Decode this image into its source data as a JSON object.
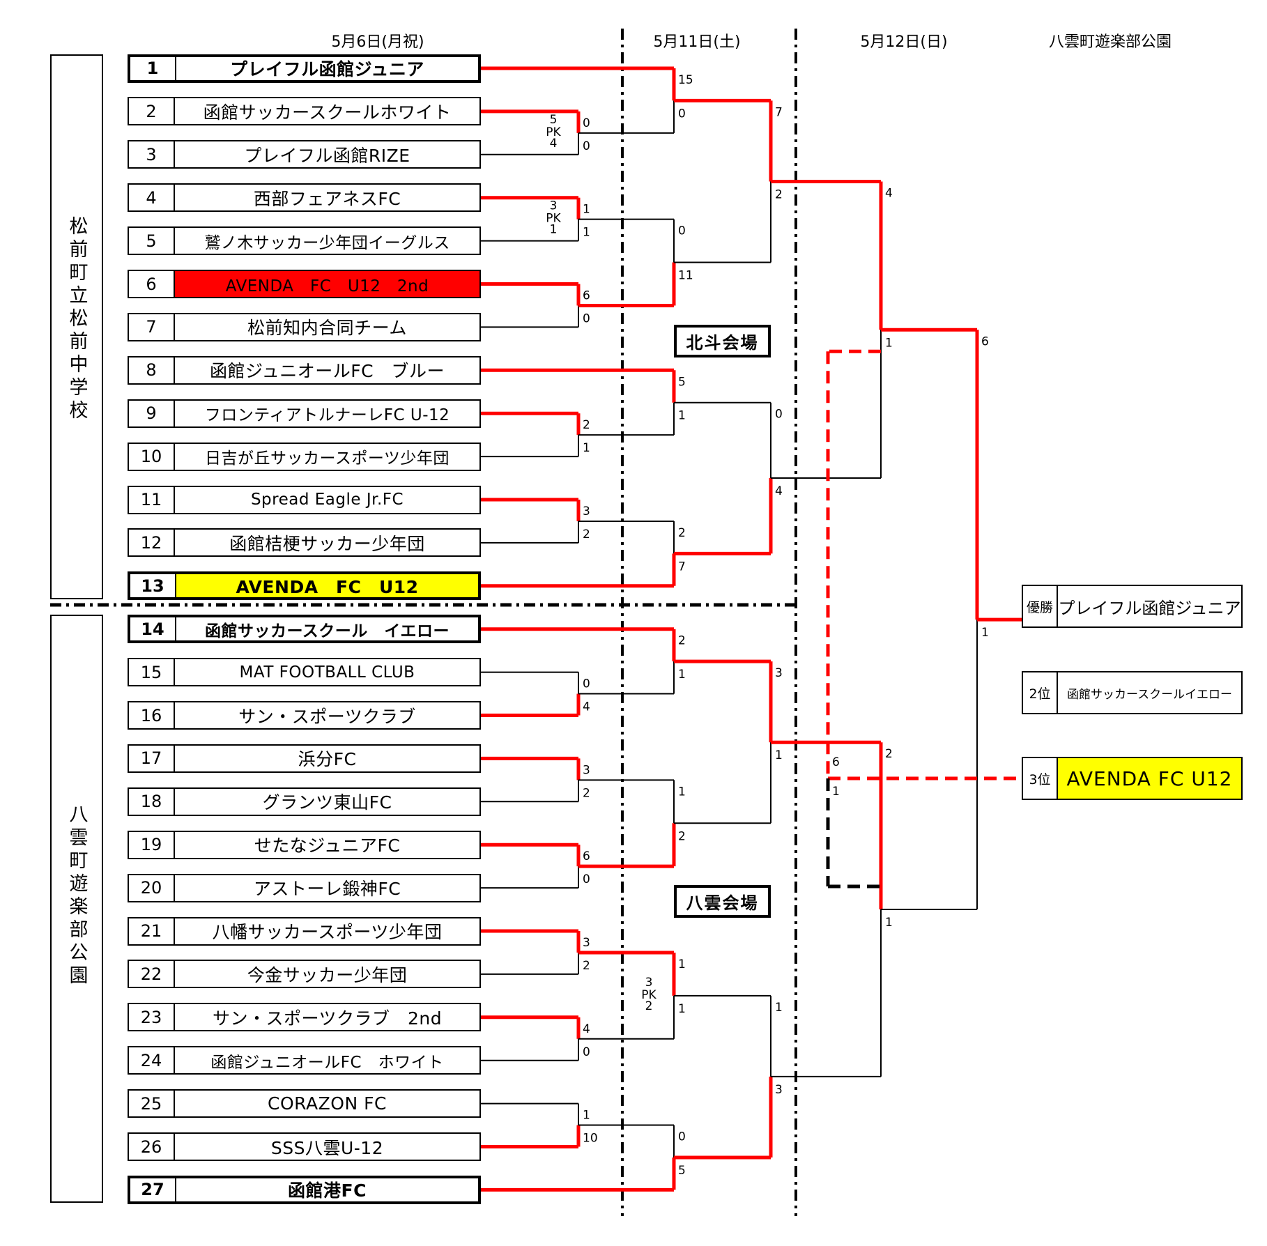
{
  "headers": {
    "round1_date": "5月6日(月祝)",
    "round2_date": "5月11日(土)",
    "round3_date": "5月12日(日)",
    "final_venue": "八雲町遊楽部公園"
  },
  "venues_side": [
    {
      "label": "松前町立松前中学校"
    },
    {
      "label": "八雲町遊楽部公園"
    }
  ],
  "venue_tags": [
    {
      "label": "北斗会場"
    },
    {
      "label": "八雲会場"
    }
  ],
  "colors": {
    "win_line": "#ff0000",
    "loss_line": "#000000",
    "highlight_red": "#ff0000",
    "highlight_yellow": "#ffff00"
  },
  "teams": [
    {
      "no": "1",
      "name": "プレイフル函館ジュニア",
      "seed": true,
      "fill": ""
    },
    {
      "no": "2",
      "name": "函館サッカースクールホワイト",
      "seed": false,
      "fill": ""
    },
    {
      "no": "3",
      "name": "プレイフル函館RIZE",
      "seed": false,
      "fill": ""
    },
    {
      "no": "4",
      "name": "西部フェアネスFC",
      "seed": false,
      "fill": ""
    },
    {
      "no": "5",
      "name": "鷲ノ木サッカー少年団イーグルス",
      "seed": false,
      "fill": ""
    },
    {
      "no": "6",
      "name": "AVENDA　FC　U12　2nd",
      "seed": false,
      "fill": "red"
    },
    {
      "no": "7",
      "name": "松前知内合同チーム",
      "seed": false,
      "fill": ""
    },
    {
      "no": "8",
      "name": "函館ジュニオールFC　ブルー",
      "seed": false,
      "fill": ""
    },
    {
      "no": "9",
      "name": "フロンティアトルナーレFC U-12",
      "seed": false,
      "fill": ""
    },
    {
      "no": "10",
      "name": "日吉が丘サッカースポーツ少年団",
      "seed": false,
      "fill": ""
    },
    {
      "no": "11",
      "name": "Spread Eagle Jr.FC",
      "seed": false,
      "fill": ""
    },
    {
      "no": "12",
      "name": "函館桔梗サッカー少年団",
      "seed": false,
      "fill": ""
    },
    {
      "no": "13",
      "name": "AVENDA　FC　U12",
      "seed": true,
      "fill": "yellow"
    },
    {
      "no": "14",
      "name": "函館サッカースクール　イエロー",
      "seed": true,
      "fill": ""
    },
    {
      "no": "15",
      "name": "MAT FOOTBALL CLUB",
      "seed": false,
      "fill": ""
    },
    {
      "no": "16",
      "name": "サン・スポーツクラブ",
      "seed": false,
      "fill": ""
    },
    {
      "no": "17",
      "name": "浜分FC",
      "seed": false,
      "fill": ""
    },
    {
      "no": "18",
      "name": "グランツ東山FC",
      "seed": false,
      "fill": ""
    },
    {
      "no": "19",
      "name": "せたなジュニアFC",
      "seed": false,
      "fill": ""
    },
    {
      "no": "20",
      "name": "アストーレ鍛神FC",
      "seed": false,
      "fill": ""
    },
    {
      "no": "21",
      "name": "八幡サッカースポーツ少年団",
      "seed": false,
      "fill": ""
    },
    {
      "no": "22",
      "name": "今金サッカー少年団",
      "seed": false,
      "fill": ""
    },
    {
      "no": "23",
      "name": "サン・スポーツクラブ　2nd",
      "seed": false,
      "fill": ""
    },
    {
      "no": "24",
      "name": "函館ジュニオールFC　ホワイト",
      "seed": false,
      "fill": ""
    },
    {
      "no": "25",
      "name": "CORAZON FC",
      "seed": false,
      "fill": ""
    },
    {
      "no": "26",
      "name": "SSS八雲U-12",
      "seed": false,
      "fill": ""
    },
    {
      "no": "27",
      "name": "函館港FC",
      "seed": true,
      "fill": ""
    }
  ],
  "matches": [
    {
      "id": "r1a",
      "round": 1,
      "top": "t2",
      "bottom": "t3",
      "score_top": "0",
      "score_bottom": "0",
      "pk_top": "5",
      "pk_bottom": "4",
      "pk_label": "PK",
      "winner": "top"
    },
    {
      "id": "r1b",
      "round": 1,
      "top": "t4",
      "bottom": "t5",
      "score_top": "1",
      "score_bottom": "1",
      "pk_top": "3",
      "pk_bottom": "1",
      "pk_label": "PK",
      "winner": "top"
    },
    {
      "id": "r1c",
      "round": 1,
      "top": "t6",
      "bottom": "t7",
      "score_top": "6",
      "score_bottom": "0",
      "winner": "top"
    },
    {
      "id": "r1d",
      "round": 1,
      "top": "t9",
      "bottom": "t10",
      "score_top": "2",
      "score_bottom": "1",
      "winner": "top"
    },
    {
      "id": "r1e",
      "round": 1,
      "top": "t11",
      "bottom": "t12",
      "score_top": "3",
      "score_bottom": "2",
      "winner": "top"
    },
    {
      "id": "r1f",
      "round": 1,
      "top": "t15",
      "bottom": "t16",
      "score_top": "0",
      "score_bottom": "4",
      "winner": "bottom"
    },
    {
      "id": "r1g",
      "round": 1,
      "top": "t17",
      "bottom": "t18",
      "score_top": "3",
      "score_bottom": "2",
      "winner": "top"
    },
    {
      "id": "r1h",
      "round": 1,
      "top": "t19",
      "bottom": "t20",
      "score_top": "6",
      "score_bottom": "0",
      "winner": "top"
    },
    {
      "id": "r1i",
      "round": 1,
      "top": "t21",
      "bottom": "t22",
      "score_top": "3",
      "score_bottom": "2",
      "winner": "top"
    },
    {
      "id": "r1j",
      "round": 1,
      "top": "t23",
      "bottom": "t24",
      "score_top": "4",
      "score_bottom": "0",
      "winner": "top"
    },
    {
      "id": "r1k",
      "round": 1,
      "top": "t25",
      "bottom": "t26",
      "score_top": "1",
      "score_bottom": "10",
      "winner": "bottom"
    },
    {
      "id": "r2a",
      "round": 2,
      "top": "t1",
      "bottom": "r1a",
      "score_top": "15",
      "score_bottom": "0",
      "winner": "top"
    },
    {
      "id": "r2b",
      "round": 2,
      "top": "r1b",
      "bottom": "r1c",
      "score_top": "0",
      "score_bottom": "11",
      "winner": "bottom"
    },
    {
      "id": "r2c",
      "round": 2,
      "top": "t8",
      "bottom": "r1d",
      "score_top": "5",
      "score_bottom": "1",
      "winner": "top"
    },
    {
      "id": "r2d",
      "round": 2,
      "top": "r1e",
      "bottom": "t13",
      "score_top": "2",
      "score_bottom": "7",
      "winner": "bottom"
    },
    {
      "id": "r2e",
      "round": 2,
      "top": "t14",
      "bottom": "r1f",
      "score_top": "2",
      "score_bottom": "1",
      "winner": "top"
    },
    {
      "id": "r2f",
      "round": 2,
      "top": "r1g",
      "bottom": "r1h",
      "score_top": "1",
      "score_bottom": "2",
      "winner": "bottom"
    },
    {
      "id": "r2g",
      "round": 2,
      "top": "r1i",
      "bottom": "r1j",
      "score_top": "1",
      "score_bottom": "1",
      "pk_top": "3",
      "pk_bottom": "2",
      "pk_label": "PK",
      "winner": "top"
    },
    {
      "id": "r2h",
      "round": 2,
      "top": "r1k",
      "bottom": "t27",
      "score_top": "0",
      "score_bottom": "5",
      "winner": "bottom"
    },
    {
      "id": "r3a",
      "round": 3,
      "top": "r2a",
      "bottom": "r2b",
      "score_top": "7",
      "score_bottom": "2",
      "winner": "top"
    },
    {
      "id": "r3b",
      "round": 3,
      "top": "r2c",
      "bottom": "r2d",
      "score_top": "0",
      "score_bottom": "4",
      "winner": "bottom"
    },
    {
      "id": "r3c",
      "round": 3,
      "top": "r2e",
      "bottom": "r2f",
      "score_top": "3",
      "score_bottom": "1",
      "winner": "top"
    },
    {
      "id": "r3d",
      "round": 3,
      "top": "r2g",
      "bottom": "r2h",
      "score_top": "1",
      "score_bottom": "3",
      "winner": "bottom"
    },
    {
      "id": "sf1",
      "round": 4,
      "top": "r3a",
      "bottom": "r3b",
      "score_top": "4",
      "score_bottom": "1",
      "winner": "top"
    },
    {
      "id": "sf2",
      "round": 4,
      "top": "r3c",
      "bottom": "r3d",
      "score_top": "2",
      "score_bottom": "1",
      "winner": "top"
    },
    {
      "id": "final",
      "round": 5,
      "top": "sf1",
      "bottom": "sf2",
      "score_top": "6",
      "score_bottom": "1",
      "winner": "top"
    }
  ],
  "third_place": {
    "score_top": "6",
    "score_bottom": "1",
    "winner": "top"
  },
  "results": [
    {
      "rank": "優勝",
      "team": "プレイフル函館ジュニア",
      "fill": ""
    },
    {
      "rank": "2位",
      "team": "函館サッカースクールイエロー",
      "fill": ""
    },
    {
      "rank": "3位",
      "team": "AVENDA FC U12",
      "fill": "yellow"
    }
  ]
}
